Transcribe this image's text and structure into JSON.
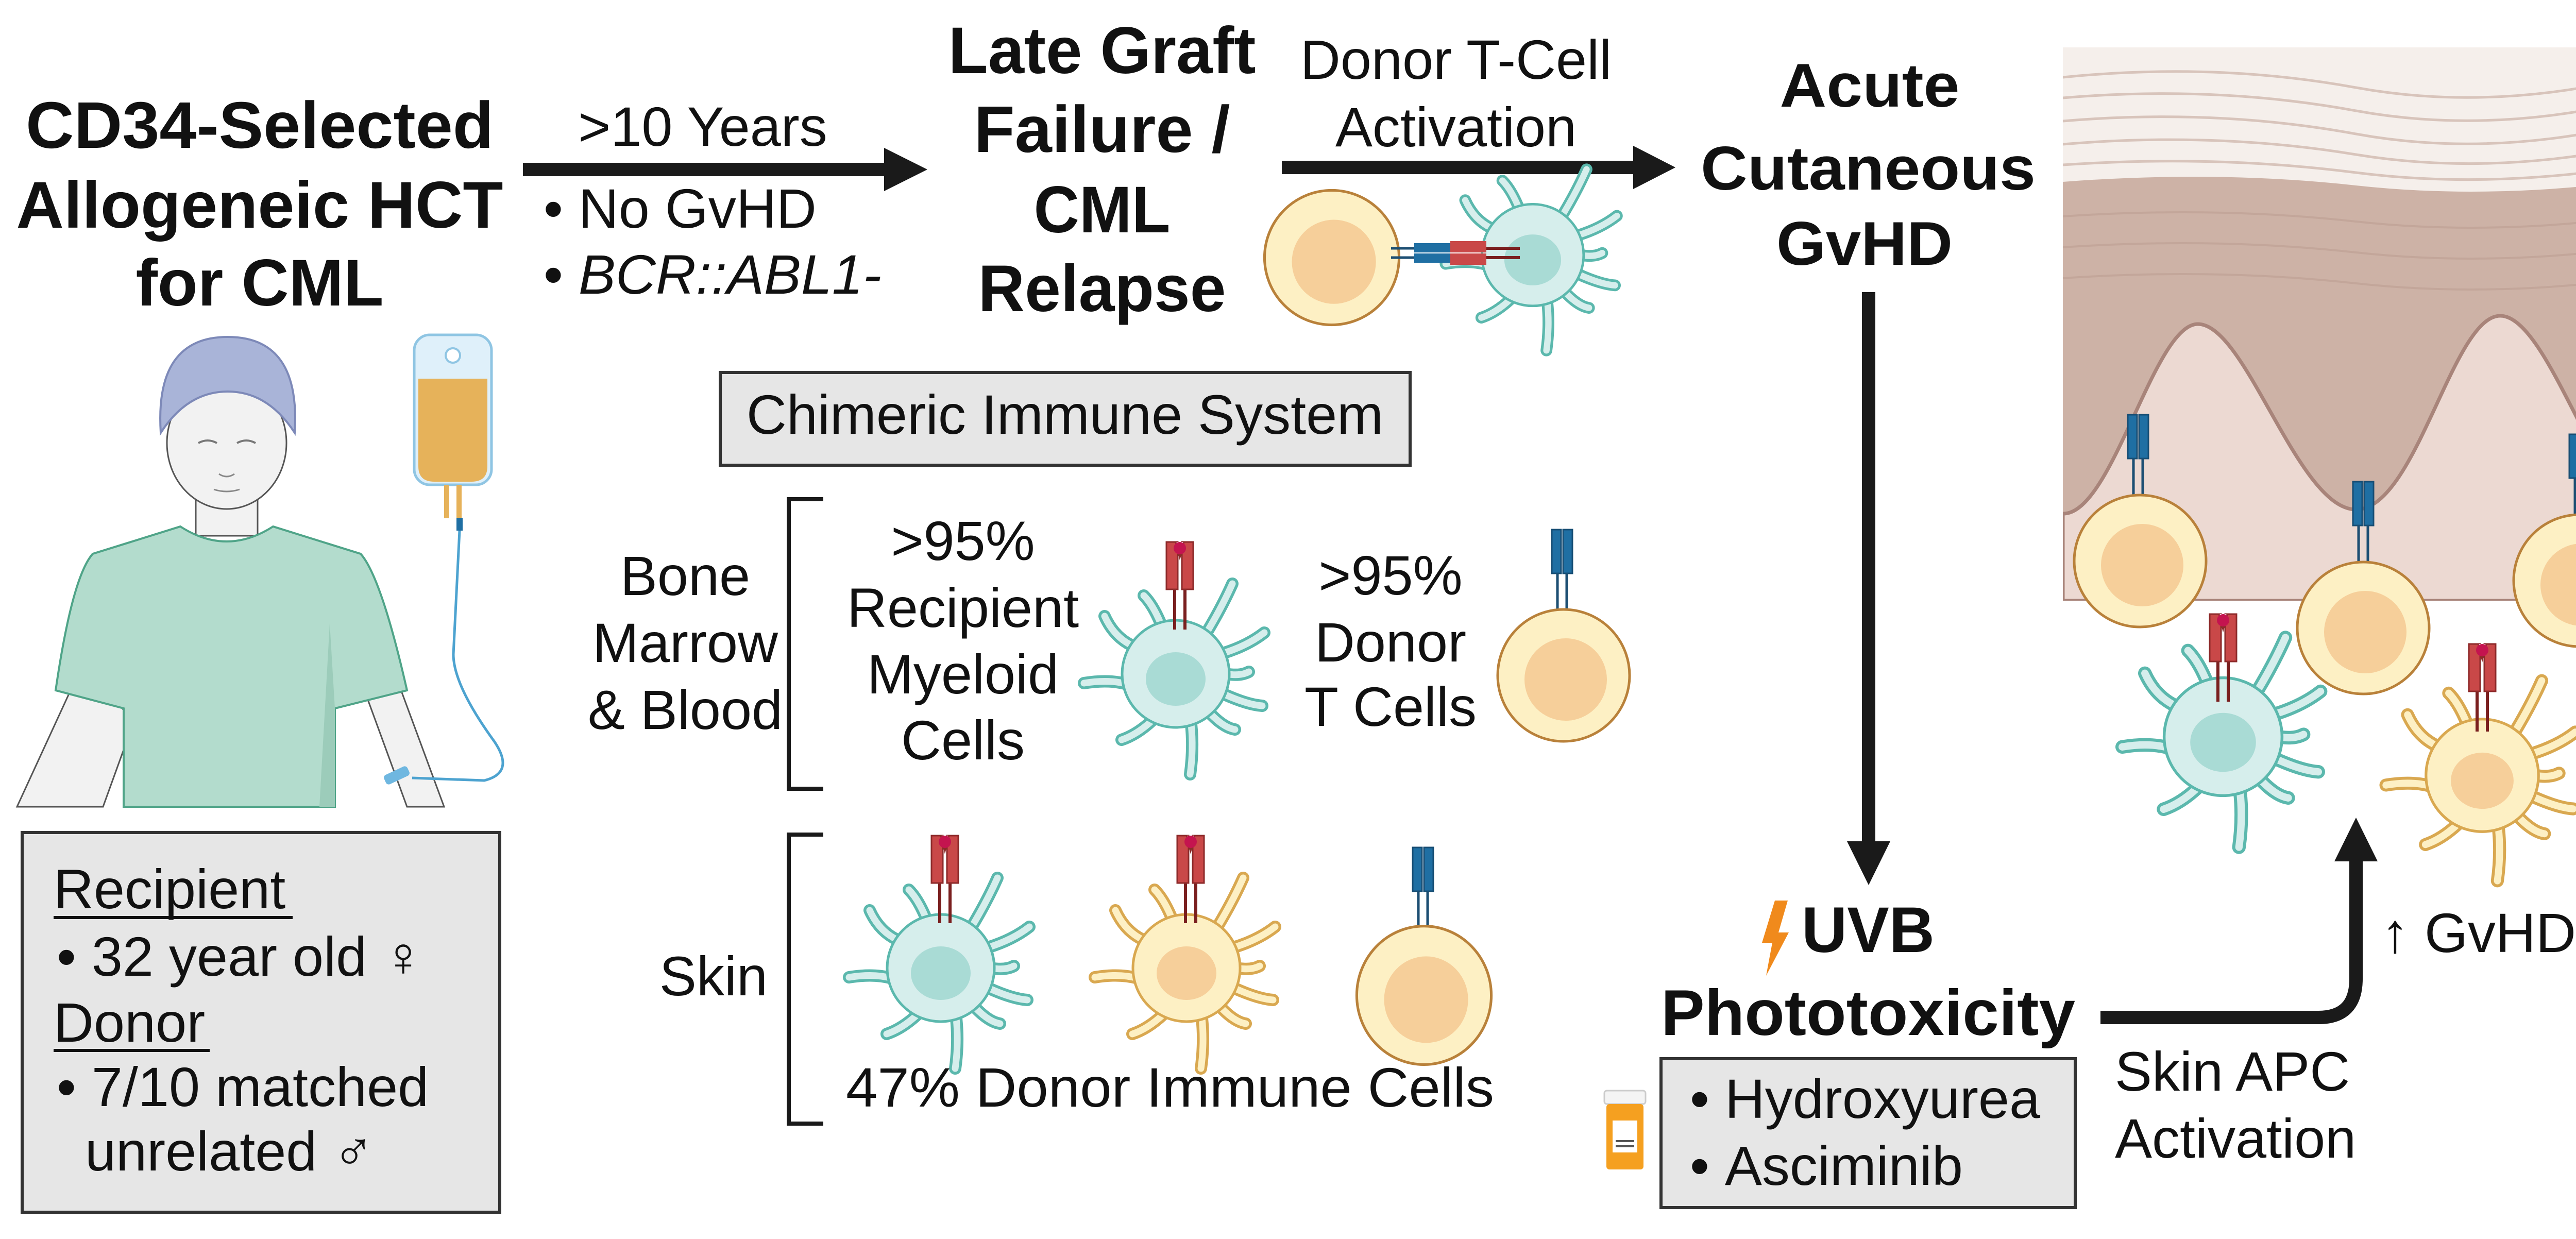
{
  "title": {
    "lines": [
      "CD34-Selected",
      "Allogeneic HCT",
      "for CML"
    ]
  },
  "bullet_char": "•",
  "step1": {
    "label": ">10 Years",
    "bullets": [
      "No GvHD",
      "BCR::ABL1-"
    ]
  },
  "step2": {
    "lines": [
      "Late Graft",
      "Failure /",
      "CML",
      "Relapse"
    ]
  },
  "step3": {
    "lines": [
      "Donor T-Cell",
      "Activation"
    ]
  },
  "step4": {
    "lines": [
      "Acute",
      "Cutaneous",
      "GvHD"
    ]
  },
  "chimeric": {
    "title": "Chimeric Immune System",
    "bone_marrow": {
      "label_lines": [
        "Bone",
        "Marrow",
        "& Blood"
      ],
      "recipient_lines": [
        ">95%",
        "Recipient",
        "Myeloid",
        "Cells"
      ],
      "donor_lines": [
        ">95%",
        "Donor",
        "T Cells"
      ]
    },
    "skin": {
      "label": "Skin",
      "caption": "47% Donor Immune Cells"
    }
  },
  "patient_box": {
    "recipient_heading": "Recipient",
    "recipient_items": [
      "32 year old ♀"
    ],
    "donor_heading": "Donor",
    "donor_items": [
      "7/10 matched",
      "unrelated ♂"
    ]
  },
  "uvb": {
    "title_lines": [
      "UVB",
      "Phototoxicity"
    ],
    "drugs": [
      "Hydroxyurea",
      "Asciminib"
    ]
  },
  "feedback": {
    "label_lines": [
      "Skin APC",
      "Activation"
    ],
    "effect": "↑ GvHD"
  },
  "icons": [
    "patient-icon",
    "iv-bag-icon",
    "t-cell-icon",
    "recipient-myeloid-cell-icon",
    "donor-myeloid-cell-icon",
    "mhc-receptor-icon",
    "tcr-receptor-icon",
    "lightning-bolt-icon",
    "pill-bottle-icon",
    "skin-tissue-icon"
  ],
  "colors": {
    "arrow": "#1a1a1a",
    "box_fill": "#e6e6e6",
    "recipient_cell": "#d6eeec",
    "donor_cell": "#fdf0c4",
    "mhc_receptor": "#c94848",
    "tcr_receptor": "#1f6fa3",
    "uvb_bolt": "#f08a1c",
    "shirt": "#b3dccd"
  }
}
